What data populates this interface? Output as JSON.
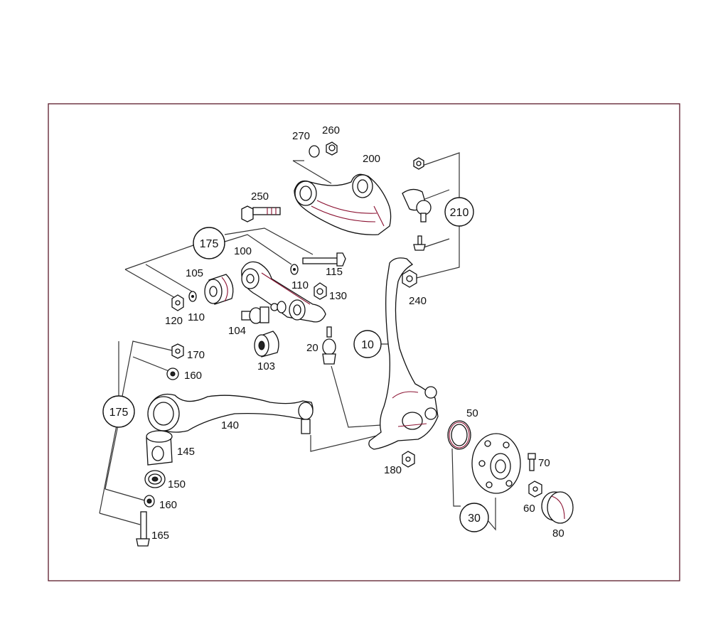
{
  "labels": {
    "p270": "270",
    "p260": "260",
    "p200": "200",
    "p250": "250",
    "p175a": "175",
    "p100": "100",
    "p115": "115",
    "p105": "105",
    "p110a": "110",
    "p130": "130",
    "p120": "120",
    "p110b": "110",
    "p104": "104",
    "p103": "103",
    "p20": "20",
    "p10": "10",
    "p170": "170",
    "p160a": "160",
    "p175b": "175",
    "p140": "140",
    "p145": "145",
    "p150": "150",
    "p160b": "160",
    "p165": "165",
    "p210": "210",
    "p240": "240",
    "p50": "50",
    "p70": "70",
    "p180": "180",
    "p60": "60",
    "p30": "30",
    "p80": "80"
  },
  "colors": {
    "frame": "#5a1a2a",
    "line": "#111111",
    "accent": "#8a1030"
  }
}
